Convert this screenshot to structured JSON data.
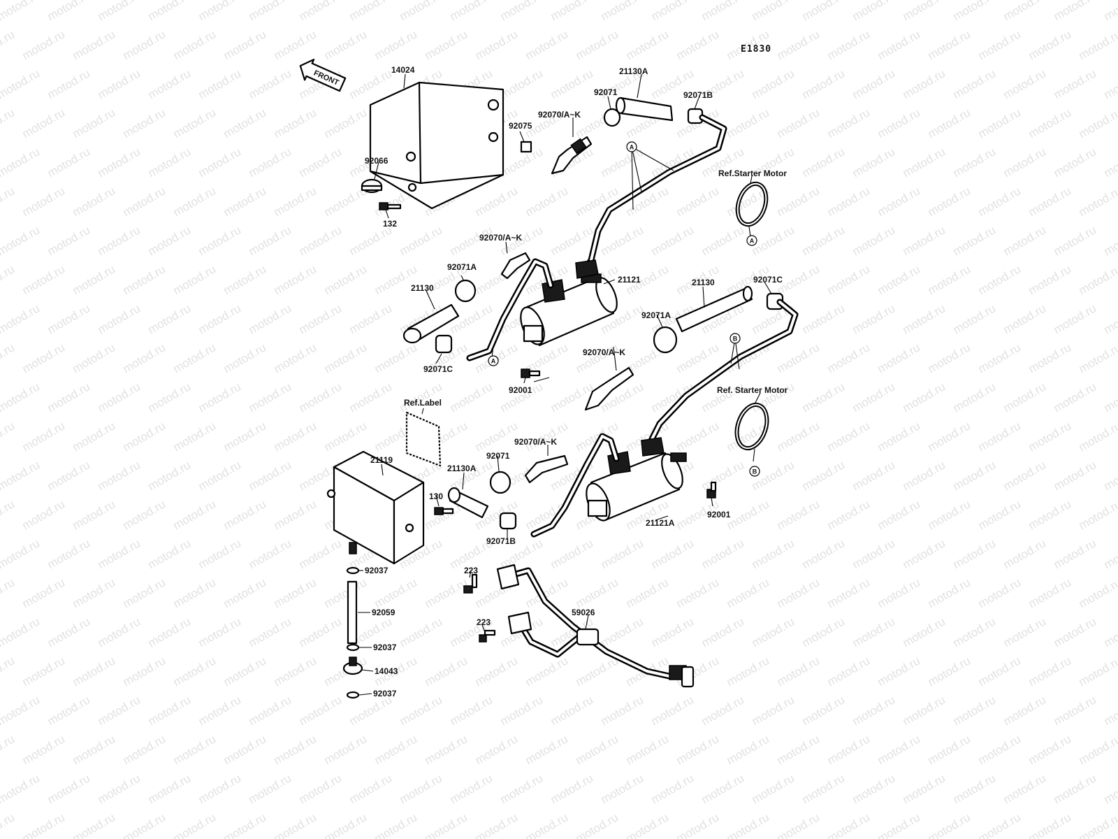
{
  "diagram_code": "E1830",
  "front_arrow": "FRONT",
  "watermark": "motod.ru",
  "parts": {
    "p14024": "14024",
    "p92075": "92075",
    "p92066": "92066",
    "p132": "132",
    "p21130A_top": "21130A",
    "p92071_top": "92071",
    "p92071B_top": "92071B",
    "p92070_top": "92070/A~K",
    "p92070_mid1": "92070/A~K",
    "p92071A_left": "92071A",
    "p21130_left": "21130",
    "p92071C_left": "92071C",
    "p21121": "21121",
    "p21130_right": "21130",
    "p92071C_right": "92071C",
    "p92071A_right": "92071A",
    "p92070_right": "92070/A~K",
    "p92001_mid": "92001",
    "p21119": "21119",
    "p92070_low": "92070/A~K",
    "p92071_low": "92071",
    "p21130A_low": "21130A",
    "p130": "130",
    "p92071B_low": "92071B",
    "p21121A": "21121A",
    "p92001_low": "92001",
    "p92037_a": "92037",
    "p92059": "92059",
    "p92037_b": "92037",
    "p14043": "14043",
    "p92037_c": "92037",
    "p223_a": "223",
    "p223_b": "223",
    "p59026": "59026"
  },
  "refs": {
    "starter_1": "Ref.Starter Motor",
    "starter_2": "Ref. Starter Motor",
    "label": "Ref.Label"
  },
  "markers": {
    "a": "A",
    "b": "B"
  }
}
